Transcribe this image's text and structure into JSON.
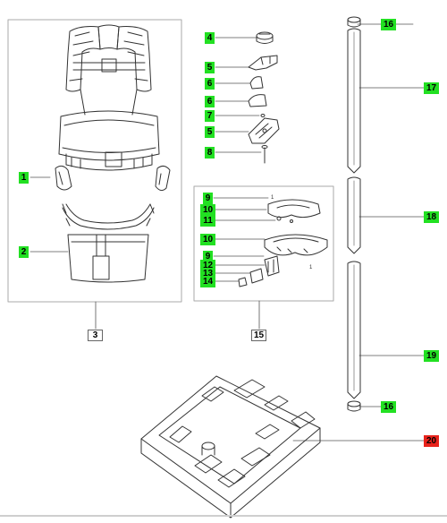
{
  "callouts": [
    {
      "id": "1",
      "color": "#22e022"
    },
    {
      "id": "2",
      "color": "#22e022"
    },
    {
      "id": "3",
      "color": "#22e022"
    },
    {
      "id": "4",
      "color": "#22e022"
    },
    {
      "id": "5",
      "color": "#22e022"
    },
    {
      "id": "6",
      "color": "#22e022"
    },
    {
      "id": "7",
      "color": "#22e022"
    },
    {
      "id": "8",
      "color": "#22e022"
    },
    {
      "id": "9",
      "color": "#22e022"
    },
    {
      "id": "10",
      "color": "#22e022"
    },
    {
      "id": "11",
      "color": "#22e022"
    },
    {
      "id": "12",
      "color": "#22e022"
    },
    {
      "id": "13",
      "color": "#22e022"
    },
    {
      "id": "14",
      "color": "#22e022"
    },
    {
      "id": "15",
      "color": "#22e022"
    },
    {
      "id": "16",
      "color": "#22e022"
    },
    {
      "id": "17",
      "color": "#22e022"
    },
    {
      "id": "18",
      "color": "#22e022"
    },
    {
      "id": "19",
      "color": "#22e022"
    },
    {
      "id": "20",
      "color": "#e8231c"
    }
  ],
  "part_marks": [
    "1",
    "1"
  ],
  "colors": {
    "highlight": "#22e022",
    "alert": "#e8231c",
    "line": "#333333",
    "frame": "#aaaaaa"
  }
}
